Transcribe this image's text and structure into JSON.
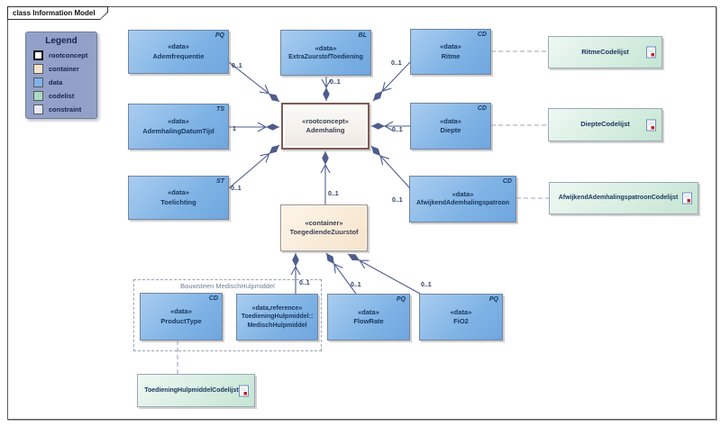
{
  "frame": {
    "title": "class Information Model"
  },
  "legend": {
    "title": "Legend",
    "items": [
      {
        "label": "rootconcept",
        "color": "#FFFFFF"
      },
      {
        "label": "container",
        "color": "#F8E3C9"
      },
      {
        "label": "data",
        "color": "#7FB3E5"
      },
      {
        "label": "codelist",
        "color": "#ABDCC0"
      },
      {
        "label": "constraint",
        "color": "#E9EAF8"
      }
    ]
  },
  "nodes": {
    "ademfrequentie": {
      "stereotype": "«data»",
      "name": "Ademfrequentie",
      "tag": "PQ"
    },
    "extraZuurstofToediening": {
      "stereotype": "«data»",
      "name": "ExtraZuurstofToediening",
      "tag": "BL"
    },
    "ritme": {
      "stereotype": "«data»",
      "name": "Ritme",
      "tag": "CD"
    },
    "ademhalingDatumTijd": {
      "stereotype": "«data»",
      "name": "AdemhalingDatumTijd",
      "tag": "TS"
    },
    "diepte": {
      "stereotype": "«data»",
      "name": "Diepte",
      "tag": "CD"
    },
    "toelichting": {
      "stereotype": "«data»",
      "name": "Toelichting",
      "tag": "ST"
    },
    "afwijkendAdemhalingspatroon": {
      "stereotype": "«data»",
      "name": "AfwijkendAdemhalingspatroon",
      "tag": "CD"
    },
    "ademhaling": {
      "stereotype": "«rootconcept»",
      "name": "Ademhaling"
    },
    "toegediendeZuurstof": {
      "stereotype": "«container»",
      "name": "ToegediendeZuurstof"
    },
    "productType": {
      "stereotype": "«data»",
      "name": "ProductType",
      "tag": "CD"
    },
    "medischHulpmiddel": {
      "stereotype": "«data,reference»",
      "name_line1": "ToedieningHulpmiddel::",
      "name_line2": "MedischHulpmiddel"
    },
    "flowRate": {
      "stereotype": "«data»",
      "name": "FlowRate",
      "tag": "PQ"
    },
    "fiO2": {
      "stereotype": "«data»",
      "name": "FiO2",
      "tag": "PQ"
    }
  },
  "codelists": {
    "ritme": {
      "label": "RitmeCodelijst"
    },
    "diepte": {
      "label": "DiepteCodelijst"
    },
    "afwijkend": {
      "label": "AfwijkendAdemhalingspatroonCodelijst"
    },
    "toediening": {
      "label": "ToedieningHulpmiddelCodelijst"
    }
  },
  "group": {
    "label": "Bouwsteen MedischHulpmiddel"
  },
  "multiplicities": [
    {
      "rel": "ademfrequentie-ademhaling",
      "value": "0..1"
    },
    {
      "rel": "extrazuurstoftoediening-ademhaling",
      "value": "0..1"
    },
    {
      "rel": "ritme-ademhaling",
      "value": "0..1"
    },
    {
      "rel": "ademhalingdatumtijd-ademhaling",
      "value": "1"
    },
    {
      "rel": "toelichting-ademhaling",
      "value": "0..1"
    },
    {
      "rel": "diepte-ademhaling",
      "value": "0..1"
    },
    {
      "rel": "afwijkendademhalingspatroon-ademhaling",
      "value": "0..1"
    },
    {
      "rel": "ademhaling-toegediendezuurstof",
      "value": "0..1"
    },
    {
      "rel": "toegediendezuurstof-medischhulpmiddel",
      "value": "0..1"
    },
    {
      "rel": "toegediendezuurstof-flowrate",
      "value": "0..1"
    },
    {
      "rel": "toegediendezuurstof-fio2",
      "value": "0..1"
    }
  ],
  "colors": {
    "relation_line": "#4f5d8e",
    "trace_line": "#98a3bd",
    "data_fill": "#7FB3E5",
    "codelist_fill": "#ABDCC0",
    "container_fill": "#F8E3C9",
    "rootconcept_border": "#7E5A54",
    "legend_bg": "#93A1C9"
  }
}
